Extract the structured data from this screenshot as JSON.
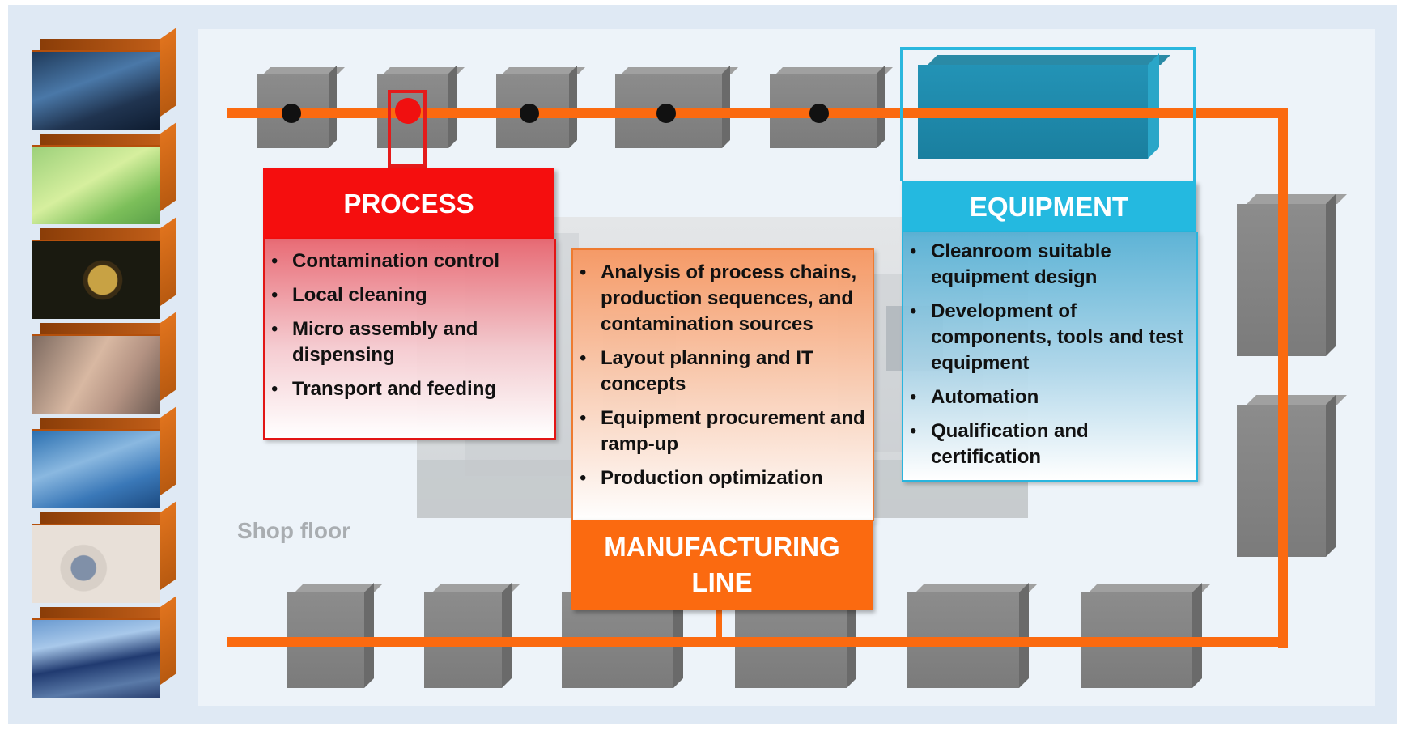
{
  "colors": {
    "process": "#f50e0e",
    "equipment": "#24b9e0",
    "manufacturing": "#fb6a10",
    "machine": "#888888"
  },
  "process": {
    "title": "PROCESS",
    "items": [
      "Contamination control",
      "Local cleaning",
      "Micro assembly and dispensing",
      "Transport and feeding"
    ]
  },
  "manufacturing": {
    "title_line1": "MANUFACTURING",
    "title_line2": "LINE",
    "items": [
      "Analysis of process chains, production sequences, and contamination sources",
      "Layout planning and IT concepts",
      "Equipment procurement and ramp-up",
      "Production optimization"
    ]
  },
  "equipment": {
    "title": "EQUIPMENT",
    "items": [
      "Cleanroom suitable equipment design",
      "Development of components, tools and test equipment",
      "Automation",
      "Qualification and certification"
    ]
  },
  "shop_floor_label": "Shop floor",
  "bullet_char": "•"
}
